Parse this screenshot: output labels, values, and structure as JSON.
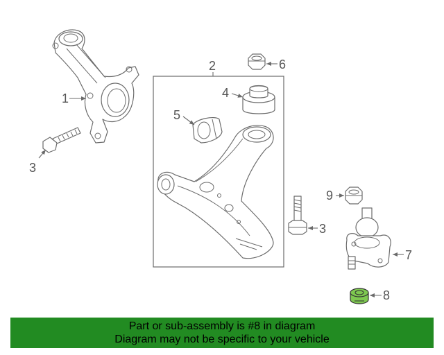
{
  "callouts": {
    "c1": "1",
    "c2": "2",
    "c3a": "3",
    "c3b": "3",
    "c4": "4",
    "c5": "5",
    "c6": "6",
    "c7": "7",
    "c8": "8",
    "c9": "9"
  },
  "highlight_color": "#7ec850",
  "banner": {
    "background": "#228b22",
    "line1": "Part or sub-assembly is #8 in diagram",
    "line2": "Diagram may not be specific to your vehicle"
  }
}
